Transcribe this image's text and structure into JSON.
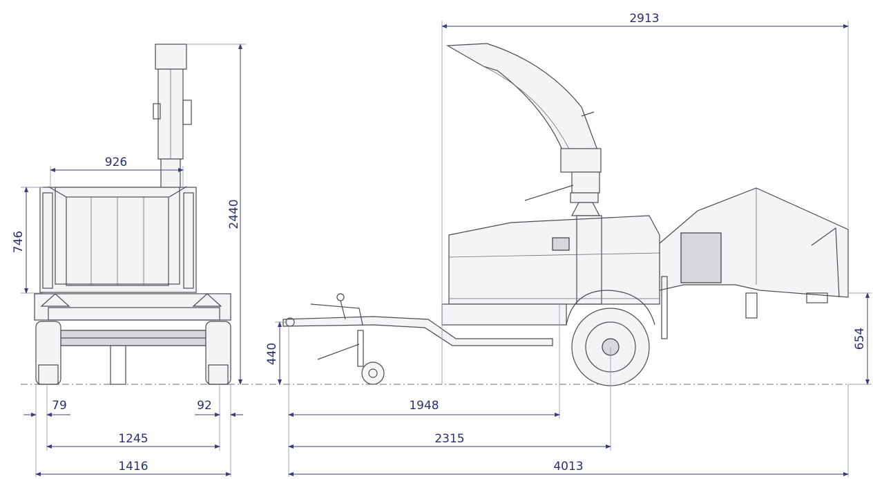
{
  "drawing_title": "",
  "front_view": {
    "dimensions": {
      "hopper_width": "926",
      "hopper_height": "746",
      "overall_height": "2440",
      "left_track_offset": "79",
      "right_track_offset": "92",
      "track_width": "1245",
      "overall_width": "1416"
    }
  },
  "side_view": {
    "dimensions": {
      "chute_to_hopper": "2913",
      "drawbar_height": "440",
      "infeed_height": "654",
      "hitch_to_body": "1948",
      "hitch_to_axle": "2315",
      "overall_length": "4013"
    }
  },
  "colors": {
    "dimension_text": "#2a2f6e",
    "dimension_line": "#3a3f7a",
    "outline": "#4a4a52"
  }
}
